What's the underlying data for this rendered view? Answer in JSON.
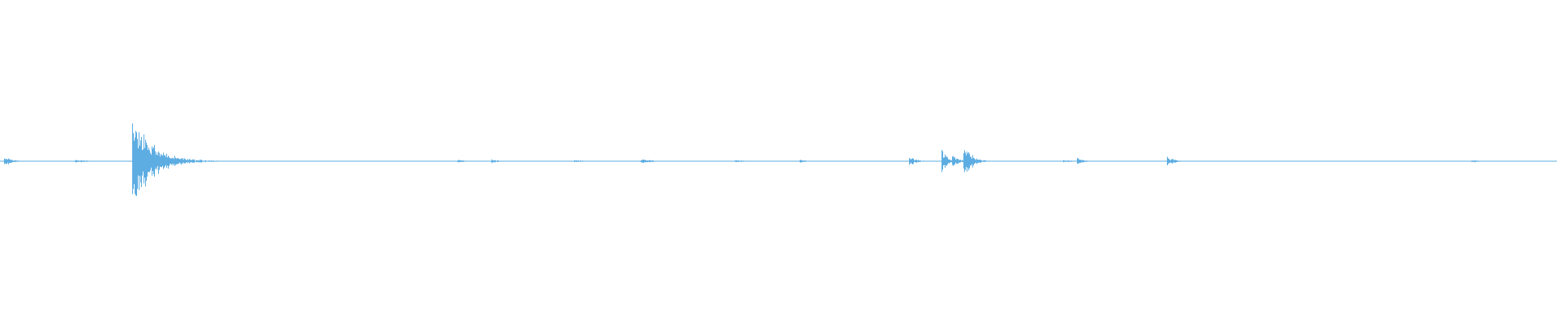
{
  "waveform": {
    "color": "#5dade2",
    "background": "#ffffff",
    "baseline_amplitude": 0.004,
    "events": [
      {
        "time": 0.003,
        "peak": 0.09,
        "decay": 0.004
      },
      {
        "time": 0.048,
        "peak": 0.025,
        "decay": 0.01
      },
      {
        "time": 0.085,
        "peak": 0.83,
        "decay": 0.012
      },
      {
        "time": 0.09,
        "peak": 0.45,
        "decay": 0.006
      },
      {
        "time": 0.294,
        "peak": 0.03,
        "decay": 0.005
      },
      {
        "time": 0.316,
        "peak": 0.04,
        "decay": 0.003
      },
      {
        "time": 0.369,
        "peak": 0.03,
        "decay": 0.004
      },
      {
        "time": 0.412,
        "peak": 0.04,
        "decay": 0.006
      },
      {
        "time": 0.472,
        "peak": 0.025,
        "decay": 0.006
      },
      {
        "time": 0.514,
        "peak": 0.03,
        "decay": 0.003
      },
      {
        "time": 0.584,
        "peak": 0.09,
        "decay": 0.004
      },
      {
        "time": 0.605,
        "peak": 0.22,
        "decay": 0.003
      },
      {
        "time": 0.612,
        "peak": 0.1,
        "decay": 0.004
      },
      {
        "time": 0.619,
        "peak": 0.38,
        "decay": 0.004
      },
      {
        "time": 0.683,
        "peak": 0.02,
        "decay": 0.008
      },
      {
        "time": 0.692,
        "peak": 0.05,
        "decay": 0.004
      },
      {
        "time": 0.75,
        "peak": 0.08,
        "decay": 0.004
      },
      {
        "time": 0.945,
        "peak": 0.025,
        "decay": 0.005
      }
    ]
  }
}
